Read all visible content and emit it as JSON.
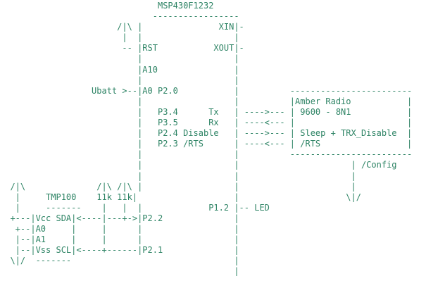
{
  "diagram": {
    "type": "ascii-circuit-schematic",
    "title": "MSP430F1232",
    "text_color": "#2e8465",
    "background_color": "#ffffff",
    "components": {
      "microcontroller": {
        "name": "MSP430F1232",
        "pins": [
          "RST",
          "XIN",
          "XOUT",
          "A10",
          "A0 P2.0",
          "P3.4 Tx",
          "P3.5 Rx",
          "P2.4 Disable",
          "P2.3 /RTS",
          "P2.2",
          "P2.1",
          "P1.2"
        ]
      },
      "radio": {
        "name": "Amber Radio",
        "settings": "9600 - 8N1",
        "signals": [
          "Sleep + TRX_Disable",
          "/RTS",
          "/Config"
        ]
      },
      "temperature_sensor": {
        "name": "TMP100",
        "pins": [
          "Vcc",
          "SDA",
          "A0",
          "A1",
          "Vss",
          "SCL"
        ]
      },
      "pullup_resistors": [
        "11k",
        "11k"
      ],
      "battery_input": "Ubatt",
      "led": "LED"
    },
    "lines": [
      "                               MSP430F1232",
      "                              -----------------",
      "                       /|\\ |               XIN|-",
      "                        |  |                  |",
      "                        -- |RST           XOUT|-",
      "                           |                  |",
      "                           |A10               |",
      "                           |                  |",
      "                  Ubatt >--|A0 P2.0           |          ------------------------",
      "                           |                  |          |Amber Radio           |",
      "                           |   P3.4      Tx   | ---->--- | 9600 - 8N1           |",
      "                           |   P3.5      Rx   | ----<--- |                      |",
      "                           |   P2.4 Disable   | ---->--- | Sleep + TRX_Disable  |",
      "                           |   P2.3 /RTS      | ----<--- | /RTS                 |",
      "                           |                  |          ------------------------",
      "                           |                  |                      | /Config",
      "                           |                  |                      |",
      "  /|\\              /|\\ /|\\ |                  |                      |",
      "   |     TMP100    11k 11k|                   |                     \\|/",
      "   |     -------    |   |  |             P1.2 |-- LED",
      "  +---|Vcc SDA|<----|---+->|P2.2              |",
      "   +--|A0     |     |      |                  |",
      "   |--|A1     |     |      |                  |",
      "   |--|Vss SCL|<----+------|P2.1              |",
      "  \\|/  -------                                |",
      "                                              |"
    ]
  }
}
